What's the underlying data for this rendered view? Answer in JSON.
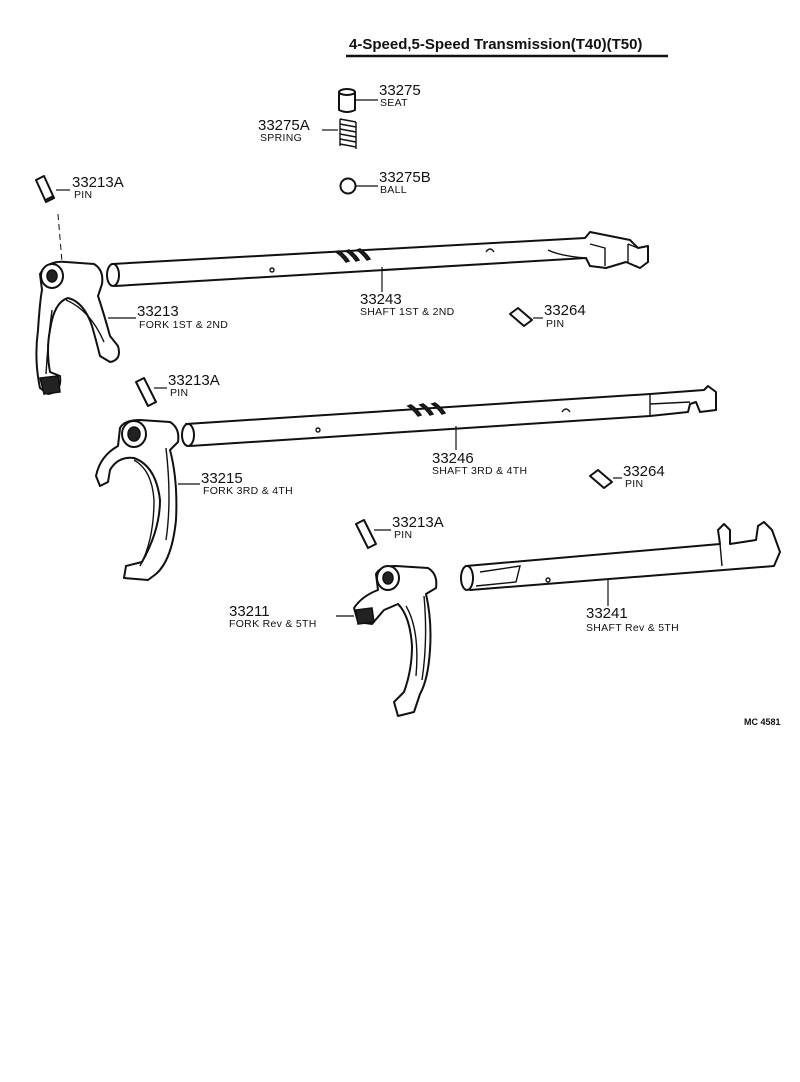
{
  "title": "4-Speed,5-Speed Transmission(T40)(T50)",
  "diagram_code": "MC 4581",
  "parts": [
    {
      "id": "p-33275",
      "number": "33275",
      "name": "SEAT"
    },
    {
      "id": "p-33275a",
      "number": "33275A",
      "name": "SPRING"
    },
    {
      "id": "p-33275b",
      "number": "33275B",
      "name": "BALL"
    },
    {
      "id": "p-33213a-1",
      "number": "33213A",
      "name": "PIN"
    },
    {
      "id": "p-33243",
      "number": "33243",
      "name": "SHAFT 1ST & 2ND"
    },
    {
      "id": "p-33213",
      "number": "33213",
      "name": "FORK 1ST & 2ND"
    },
    {
      "id": "p-33264-1",
      "number": "33264",
      "name": "PIN"
    },
    {
      "id": "p-33213a-2",
      "number": "33213A",
      "name": "PIN"
    },
    {
      "id": "p-33246",
      "number": "33246",
      "name": "SHAFT 3RD & 4TH"
    },
    {
      "id": "p-33215",
      "number": "33215",
      "name": "FORK 3RD & 4TH"
    },
    {
      "id": "p-33264-2",
      "number": "33264",
      "name": "PIN"
    },
    {
      "id": "p-33213a-3",
      "number": "33213A",
      "name": "PIN"
    },
    {
      "id": "p-33211",
      "number": "33211",
      "name": "FORK Rev & 5TH"
    },
    {
      "id": "p-33241",
      "number": "33241",
      "name": "SHAFT Rev & 5TH"
    }
  ]
}
